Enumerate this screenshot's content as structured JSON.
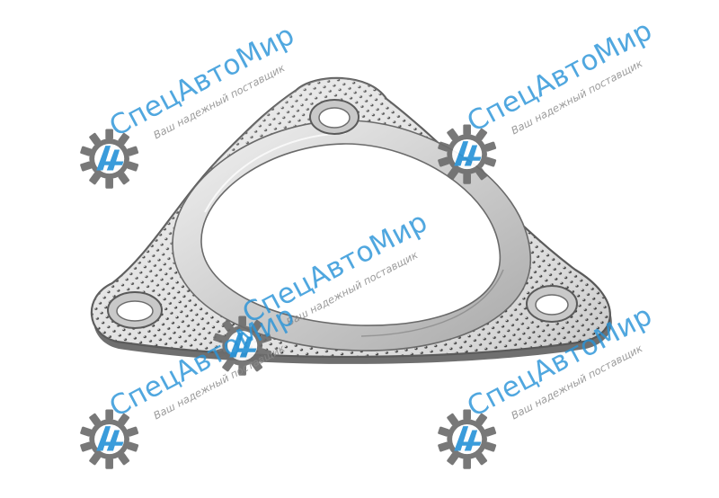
{
  "photo": {
    "subject": "exhaust-gasket"
  },
  "watermark": {
    "brand": "СпецАвтоМир",
    "slogan": "Ваш надежный поставщик",
    "icon": "gear-logo-icon",
    "colors": {
      "brand_blue": "#2a94d8",
      "gear_gray": "#6d6d6d",
      "slogan_gray": "#8a8a8a"
    },
    "placements": [
      "top-left",
      "top-right",
      "center",
      "bottom-left",
      "bottom-right"
    ]
  },
  "colors": {
    "background": "#ffffff",
    "metal_light": "#e9e9e9",
    "metal_mid": "#c8c8c8",
    "metal_dark": "#8a8a8a",
    "outline": "#5a5a5a"
  }
}
